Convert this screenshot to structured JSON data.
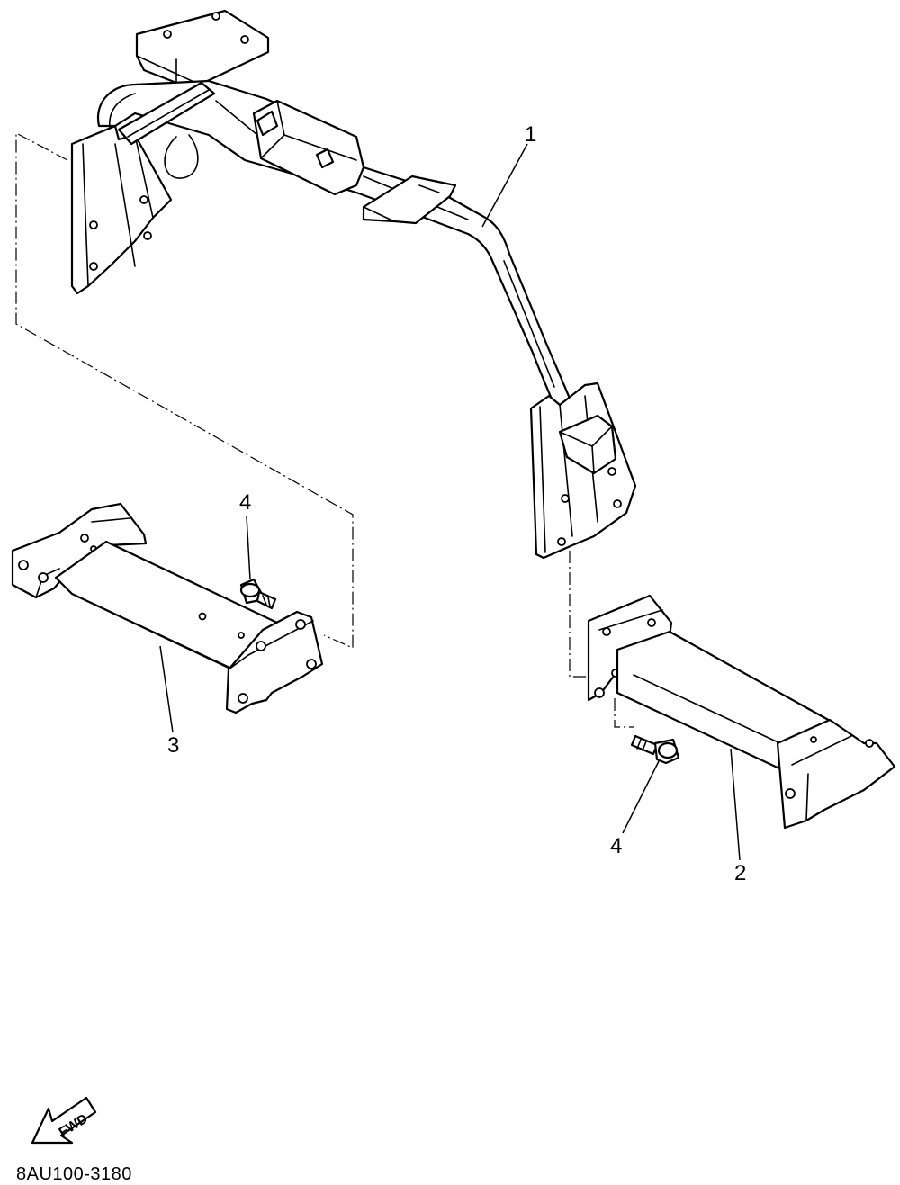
{
  "callouts": {
    "part_1": "1",
    "part_2": "2",
    "part_3": "3",
    "part_4_left": "4",
    "part_4_right": "4"
  },
  "fwd_arrow_label": "FWD",
  "diagram_code": "8AU100-3180"
}
